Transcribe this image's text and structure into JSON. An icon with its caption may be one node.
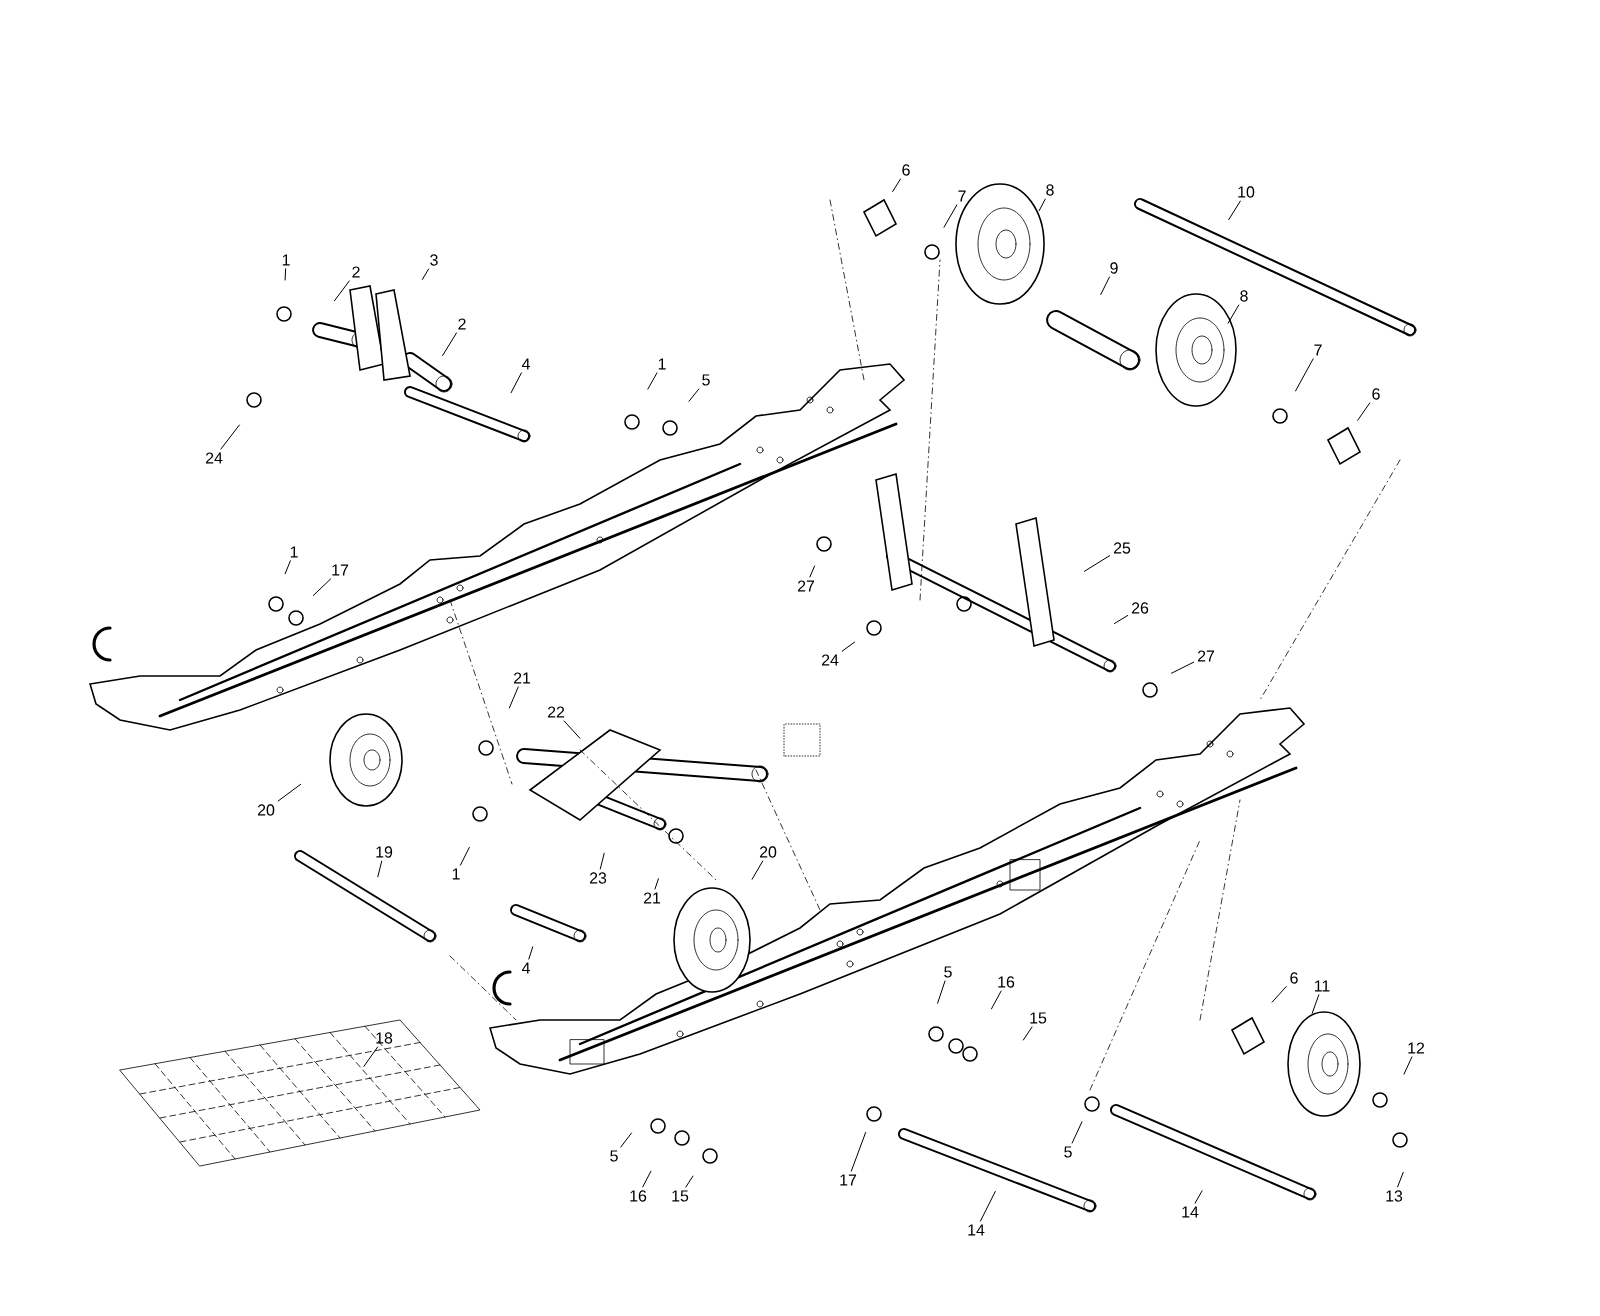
{
  "diagram": {
    "nodes": [
      {
        "text": [
          "1"
        ]
      },
      {
        "text": [
          "2"
        ]
      },
      {
        "text": [
          "3"
        ]
      },
      {
        "text": [
          "2"
        ]
      },
      {
        "text": [
          "4"
        ]
      },
      {
        "text": [
          "1"
        ]
      },
      {
        "text": [
          "5"
        ]
      },
      {
        "text": [
          "24"
        ]
      },
      {
        "text": [
          "1"
        ]
      },
      {
        "text": [
          "17"
        ]
      },
      {
        "text": [
          "6"
        ]
      },
      {
        "text": [
          "7"
        ]
      },
      {
        "text": [
          "8"
        ]
      },
      {
        "text": [
          "10"
        ]
      },
      {
        "text": [
          "9"
        ]
      },
      {
        "text": [
          "8"
        ]
      },
      {
        "text": [
          "7"
        ]
      },
      {
        "text": [
          "6"
        ]
      },
      {
        "text": [
          "25"
        ]
      },
      {
        "text": [
          "26"
        ]
      },
      {
        "text": [
          "27"
        ]
      },
      {
        "text": [
          "24"
        ]
      },
      {
        "text": [
          "27"
        ]
      },
      {
        "text": [
          "21"
        ]
      },
      {
        "text": [
          "22"
        ]
      },
      {
        "text": [
          "20"
        ]
      },
      {
        "text": [
          "1"
        ]
      },
      {
        "text": [
          "23"
        ]
      },
      {
        "text": [
          "21"
        ]
      },
      {
        "text": [
          "19"
        ]
      },
      {
        "text": [
          "20"
        ]
      },
      {
        "text": [
          "4"
        ]
      },
      {
        "text": [
          "18"
        ]
      },
      {
        "text": [
          "5"
        ]
      },
      {
        "text": [
          "16"
        ]
      },
      {
        "text": [
          "15"
        ]
      },
      {
        "text": [
          "17"
        ]
      },
      {
        "text": [
          "6"
        ]
      },
      {
        "text": [
          "11"
        ]
      },
      {
        "text": [
          "12"
        ]
      },
      {
        "text": [
          "13"
        ]
      },
      {
        "text": [
          "5"
        ]
      },
      {
        "text": [
          "16"
        ]
      },
      {
        "text": [
          "15"
        ]
      },
      {
        "text": [
          "5"
        ]
      },
      {
        "text": [
          "14"
        ]
      },
      {
        "text": [
          "14"
        ]
      }
    ],
    "edges": [
      {
        "from": 0,
        "to": null,
        "arrow": "none"
      },
      {
        "from": 1,
        "to": null,
        "arrow": "none"
      },
      {
        "from": 2,
        "to": null,
        "arrow": "none"
      },
      {
        "from": 3,
        "to": null,
        "arrow": "none"
      },
      {
        "from": 4,
        "to": null,
        "arrow": "none"
      },
      {
        "from": 5,
        "to": null,
        "arrow": "none"
      },
      {
        "from": 6,
        "to": null,
        "arrow": "none"
      },
      {
        "from": 7,
        "to": null,
        "arrow": "none"
      },
      {
        "from": 8,
        "to": null,
        "arrow": "none"
      },
      {
        "from": 9,
        "to": null,
        "arrow": "none"
      },
      {
        "from": 10,
        "to": null,
        "arrow": "none"
      },
      {
        "from": 11,
        "to": null,
        "arrow": "none"
      },
      {
        "from": 12,
        "to": null,
        "arrow": "none"
      },
      {
        "from": 13,
        "to": null,
        "arrow": "none"
      },
      {
        "from": 14,
        "to": null,
        "arrow": "none"
      },
      {
        "from": 15,
        "to": null,
        "arrow": "none"
      },
      {
        "from": 16,
        "to": null,
        "arrow": "none"
      },
      {
        "from": 17,
        "to": null,
        "arrow": "none"
      },
      {
        "from": 18,
        "to": null,
        "arrow": "none"
      },
      {
        "from": 19,
        "to": null,
        "arrow": "none"
      },
      {
        "from": 20,
        "to": null,
        "arrow": "none"
      },
      {
        "from": 21,
        "to": null,
        "arrow": "none"
      },
      {
        "from": 22,
        "to": null,
        "arrow": "none"
      },
      {
        "from": 23,
        "to": null,
        "arrow": "none"
      },
      {
        "from": 24,
        "to": null,
        "arrow": "none"
      },
      {
        "from": 25,
        "to": null,
        "arrow": "none"
      },
      {
        "from": 26,
        "to": null,
        "arrow": "none"
      },
      {
        "from": 27,
        "to": null,
        "arrow": "none"
      },
      {
        "from": 28,
        "to": null,
        "arrow": "none"
      },
      {
        "from": 29,
        "to": null,
        "arrow": "none"
      },
      {
        "from": 30,
        "to": null,
        "arrow": "none"
      },
      {
        "from": 31,
        "to": null,
        "arrow": "none"
      },
      {
        "from": 32,
        "to": null,
        "arrow": "none"
      },
      {
        "from": 33,
        "to": null,
        "arrow": "none"
      },
      {
        "from": 34,
        "to": null,
        "arrow": "none"
      },
      {
        "from": 35,
        "to": null,
        "arrow": "none"
      },
      {
        "from": 36,
        "to": null,
        "arrow": "none"
      },
      {
        "from": 37,
        "to": null,
        "arrow": "none"
      },
      {
        "from": 38,
        "to": null,
        "arrow": "none"
      },
      {
        "from": 39,
        "to": null,
        "arrow": "none"
      },
      {
        "from": 40,
        "to": null,
        "arrow": "none"
      },
      {
        "from": 41,
        "to": null,
        "arrow": "none"
      },
      {
        "from": 42,
        "to": null,
        "arrow": "none"
      },
      {
        "from": 43,
        "to": null,
        "arrow": "none"
      },
      {
        "from": 44,
        "to": null,
        "arrow": "none"
      },
      {
        "from": 45,
        "to": null,
        "arrow": "none"
      },
      {
        "from": 46,
        "to": null,
        "arrow": "none"
      }
    ]
  }
}
